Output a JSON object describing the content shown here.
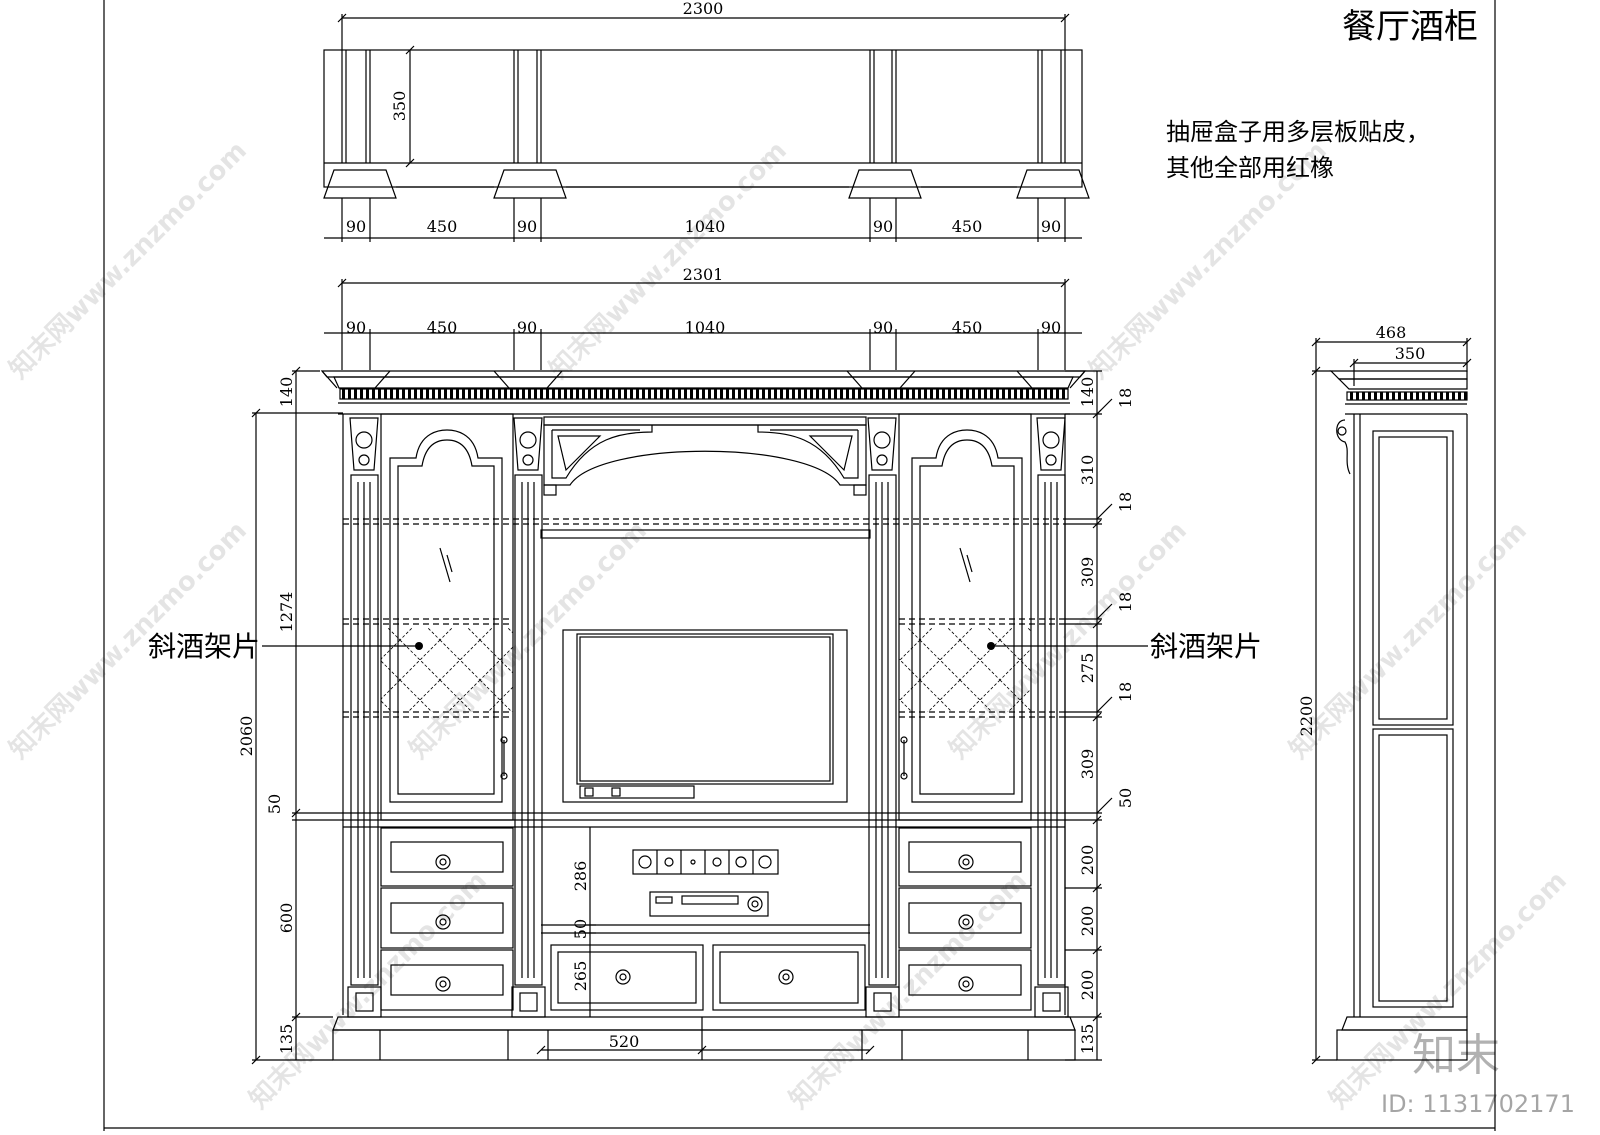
{
  "drawing": {
    "title": "餐厅酒柜",
    "note_line1": "抽屉盒子用多层板贴皮，",
    "note_line2": "其他全部用红橡",
    "left_label": "斜酒架片",
    "right_label": "斜酒架片"
  },
  "plan_view": {
    "overall_width": "2300",
    "depth": "350",
    "segments": [
      "90",
      "450",
      "90",
      "1040",
      "90",
      "450",
      "90"
    ]
  },
  "front_elevation": {
    "overall_width": "2301",
    "segments": [
      "90",
      "450",
      "90",
      "1040",
      "90",
      "450",
      "90"
    ],
    "left_dims": [
      "140",
      "1274",
      "2060",
      "50",
      "600",
      "135"
    ],
    "right_dims": [
      "140",
      "18",
      "310",
      "18",
      "309",
      "18",
      "275",
      "18",
      "309",
      "50",
      "200",
      "200",
      "200",
      "135"
    ],
    "center_dims": [
      "286",
      "50",
      "265",
      "520"
    ]
  },
  "side_elevation": {
    "overall_depth": "468",
    "inner_depth": "350",
    "height": "2200"
  },
  "watermark": {
    "text": "知末网www.znzmo.com",
    "logo": "知末",
    "id": "ID: 1131702171"
  }
}
